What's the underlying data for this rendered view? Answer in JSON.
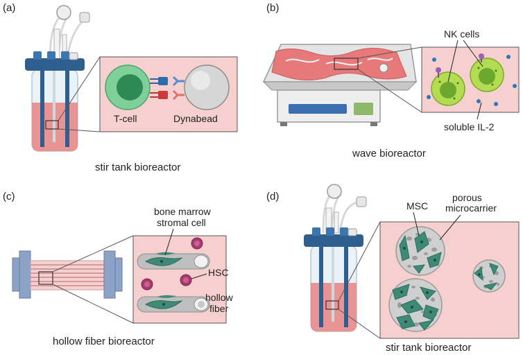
{
  "panels": {
    "a": {
      "label": "(a)",
      "caption": "stir tank bioreactor",
      "tcell": "T-cell",
      "bead": "Dynabead"
    },
    "b": {
      "label": "(b)",
      "caption": "wave bioreactor",
      "nk": "NK cells",
      "il2": "soluble IL-2"
    },
    "c": {
      "label": "(c)",
      "caption": "hollow fiber bioreactor",
      "stromal_1": "bone marrow",
      "stromal_2": "stromal cell",
      "hsc": "HSC",
      "fiber_1": "hollow",
      "fiber_2": "fiber"
    },
    "d": {
      "label": "(d)",
      "caption": "stir tank bioreactor",
      "msc": "MSC",
      "carrier_1": "porous",
      "carrier_2": "microcarrier"
    }
  },
  "colors": {
    "inset_bg": "#f6cfcf",
    "lid_blue": "#2f5f8f",
    "medium": "#e8888a",
    "t_cell": "#6cc08a",
    "nk_cell": "#9bcb3e",
    "hsc": "#a83a6e",
    "msc": "#3e8a76",
    "carrier": "#c9c9c9",
    "il2": "#2a78b8",
    "fiber_frame": "#8ca2c7"
  }
}
